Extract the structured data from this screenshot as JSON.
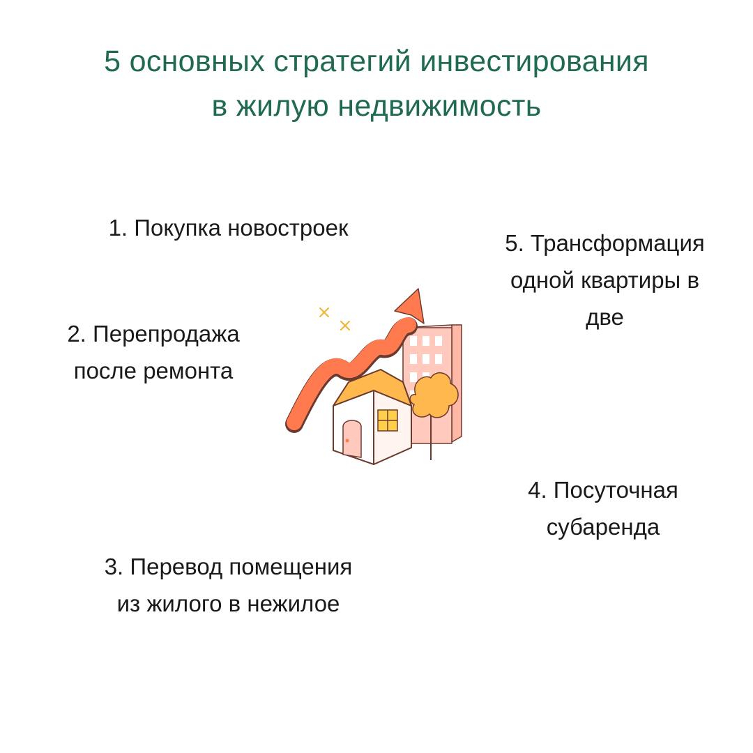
{
  "title": {
    "line1": "5 основных стратегий инвестирования",
    "line2": "в жилую недвижимость"
  },
  "strategies": [
    {
      "lines": [
        "1. Покупка новостроек"
      ]
    },
    {
      "lines": [
        "2. Перепродажа",
        "после ремонта"
      ]
    },
    {
      "lines": [
        "3. Перевод помещения",
        "из жилого в нежилое"
      ]
    },
    {
      "lines": [
        "4. Посуточная",
        "субаренда"
      ]
    },
    {
      "lines": [
        "5. Трансформация",
        "одной квартиры в",
        "две"
      ]
    }
  ],
  "illustration": {
    "icon": "house-growth-arrow-icon",
    "colors": {
      "arrow": "#ff7a4f",
      "building": "#ffc9be",
      "roof": "#ffb84d",
      "outline": "#6b3a2e"
    }
  },
  "colors": {
    "title": "#1f6a50",
    "text": "#1a1a1a",
    "background": "#ffffff"
  }
}
